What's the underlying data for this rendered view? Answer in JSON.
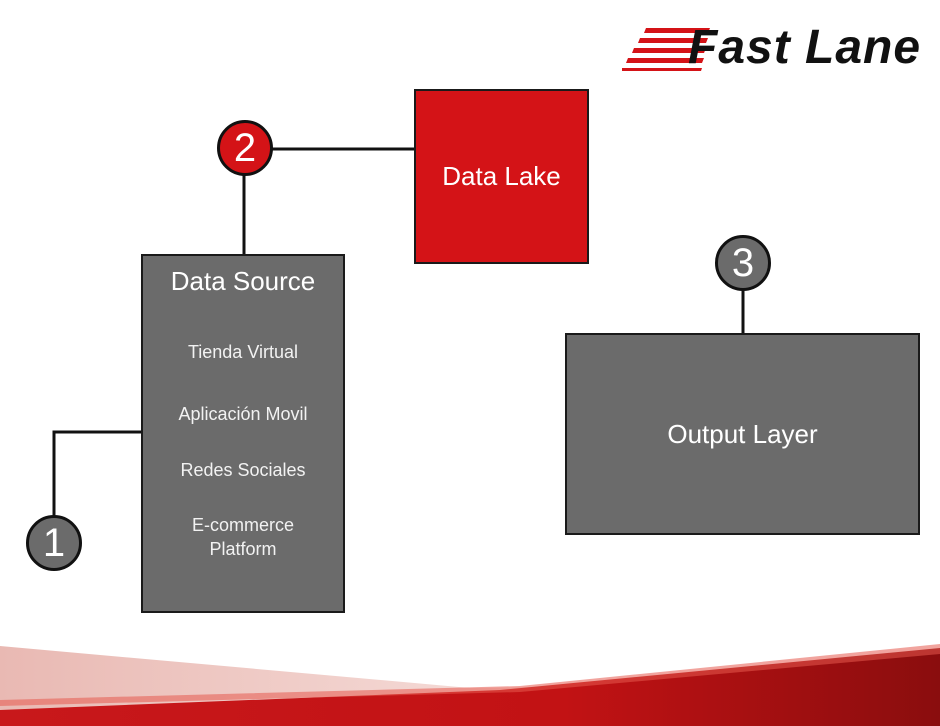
{
  "logo": {
    "text": "Fast Lane"
  },
  "badges": {
    "one": "1",
    "two": "2",
    "three": "3"
  },
  "data_lake": {
    "label": "Data Lake"
  },
  "data_source": {
    "title": "Data Source",
    "items": [
      {
        "label": "Tienda Virtual"
      },
      {
        "label": "Aplicación Movil"
      },
      {
        "label": "Redes Sociales"
      },
      {
        "label": "E-commerce\nPlatform"
      }
    ]
  },
  "output_layer": {
    "label": "Output Layer"
  },
  "colors": {
    "brand_red": "#d41317",
    "box_gray": "#6b6b6b",
    "outline": "#1a1a1a"
  }
}
